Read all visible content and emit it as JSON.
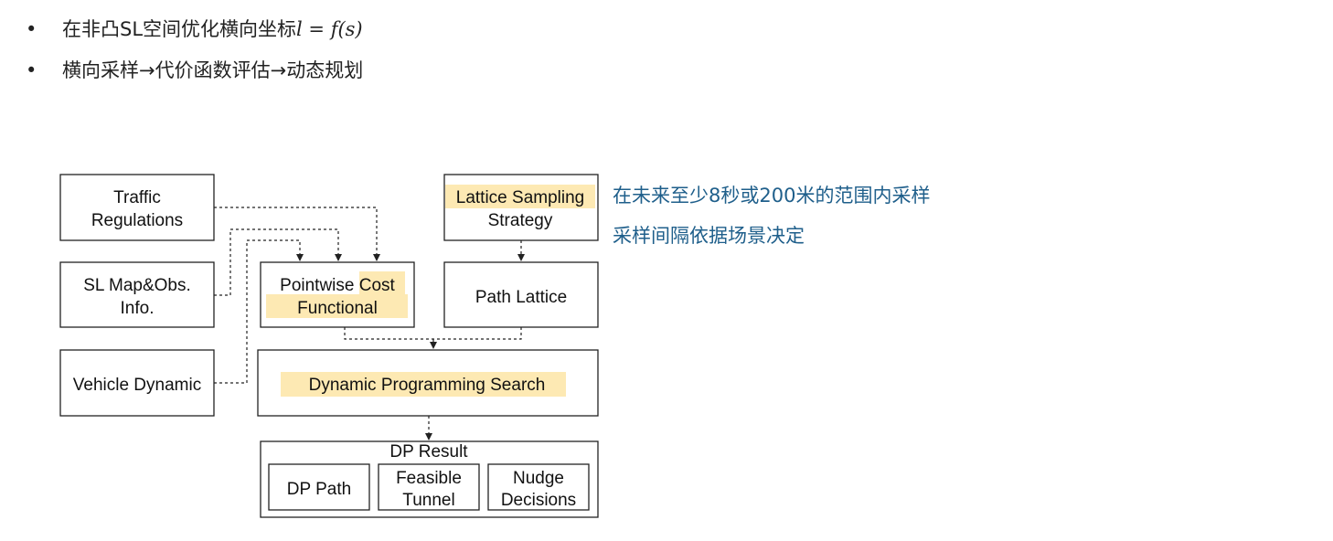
{
  "bullets": [
    {
      "text": "在非凸SL空间优化横向坐标",
      "math": "l = f(s)"
    },
    {
      "text": "横向采样→代价函数评估→动态规划"
    }
  ],
  "notes": [
    "在未来至少8秒或200米的范围内采样",
    "采样间隔依据场景决定"
  ],
  "diagram": {
    "traffic": [
      "Traffic",
      "Regulations"
    ],
    "slmap": [
      "SL Map&Obs.",
      "Info."
    ],
    "vehicle": "Vehicle Dynamic",
    "pointwise": {
      "a": "Pointwise ",
      "b": "Cost",
      "c": "Functional"
    },
    "lattice": [
      "Lattice Sampling",
      "Strategy"
    ],
    "path_lattice": "Path Lattice",
    "dp_search": "Dynamic Programming Search",
    "dp_result": "DP Result",
    "dp_path": "DP Path",
    "feasible": [
      "Feasible",
      "Tunnel"
    ],
    "nudge": [
      "Nudge",
      "Decisions"
    ]
  },
  "colors": {
    "highlight": "#fde9b3",
    "note": "#1f5f8b",
    "line": "#222222"
  }
}
